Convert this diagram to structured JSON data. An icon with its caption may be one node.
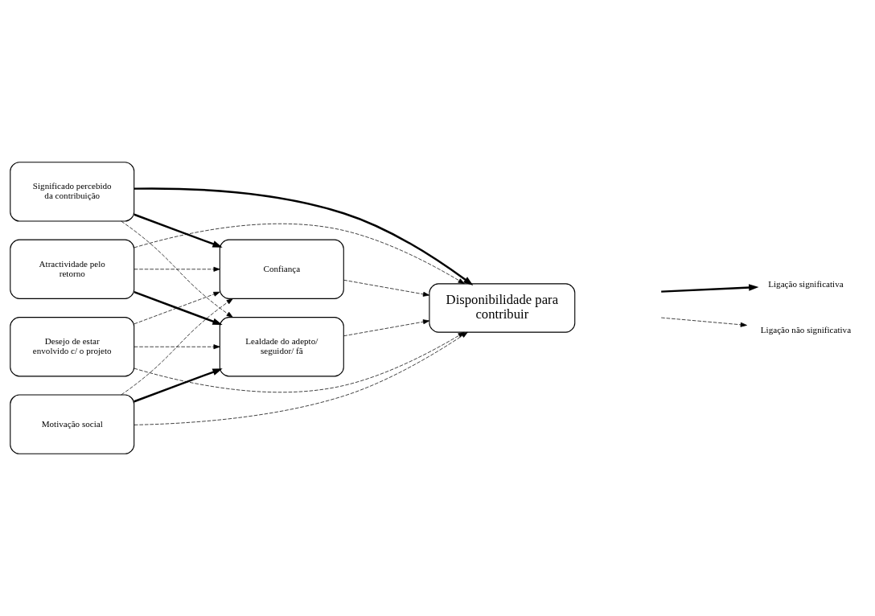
{
  "diagram": {
    "nodes": [
      {
        "text": [
          "Significado percebido da contribuição"
        ]
      },
      {
        "text": [
          "Confiança"
        ]
      },
      {
        "text": [
          "Atractividade pelo retorno"
        ]
      },
      {
        "text": [
          "Disponibilidade para contribuir"
        ]
      },
      {
        "text": [
          "Desejo de estar envolvido c/ o projeto"
        ]
      },
      {
        "text": [
          "Motivação social"
        ]
      },
      {
        "text": [
          "Lealdade do adepto/ seguidor/ fã"
        ]
      }
    ],
    "edges": [
      {
        "from": 0,
        "to": 1,
        "arrow": "to",
        "style": "thick"
      },
      {
        "from": 0,
        "to": 3,
        "arrow": "to",
        "style": "thick"
      },
      {
        "from": 0,
        "to": 6,
        "arrow": "to",
        "style": "dashed"
      },
      {
        "from": 2,
        "to": 1,
        "arrow": "to",
        "style": "dashed"
      },
      {
        "from": 2,
        "to": 3,
        "arrow": "to",
        "style": "dashed"
      },
      {
        "from": 2,
        "to": 6,
        "arrow": "to",
        "style": "thick"
      },
      {
        "from": 4,
        "to": 1,
        "arrow": "to",
        "style": "dashed"
      },
      {
        "from": 4,
        "to": 3,
        "arrow": "to",
        "style": "dashed"
      },
      {
        "from": 4,
        "to": 6,
        "arrow": "to",
        "style": "dashed"
      },
      {
        "from": 5,
        "to": 1,
        "arrow": "to",
        "style": "dashed"
      },
      {
        "from": 5,
        "to": 3,
        "arrow": "to",
        "style": "dashed"
      },
      {
        "from": 5,
        "to": 6,
        "arrow": "to",
        "style": "thick"
      },
      {
        "from": 1,
        "to": 3,
        "arrow": "to",
        "style": "dashed"
      },
      {
        "from": 6,
        "to": 3,
        "arrow": "to",
        "style": "dashed"
      }
    ],
    "legend": [
      {
        "text": "Ligação significativa"
      },
      {
        "text": "Ligação não significativa"
      }
    ]
  }
}
